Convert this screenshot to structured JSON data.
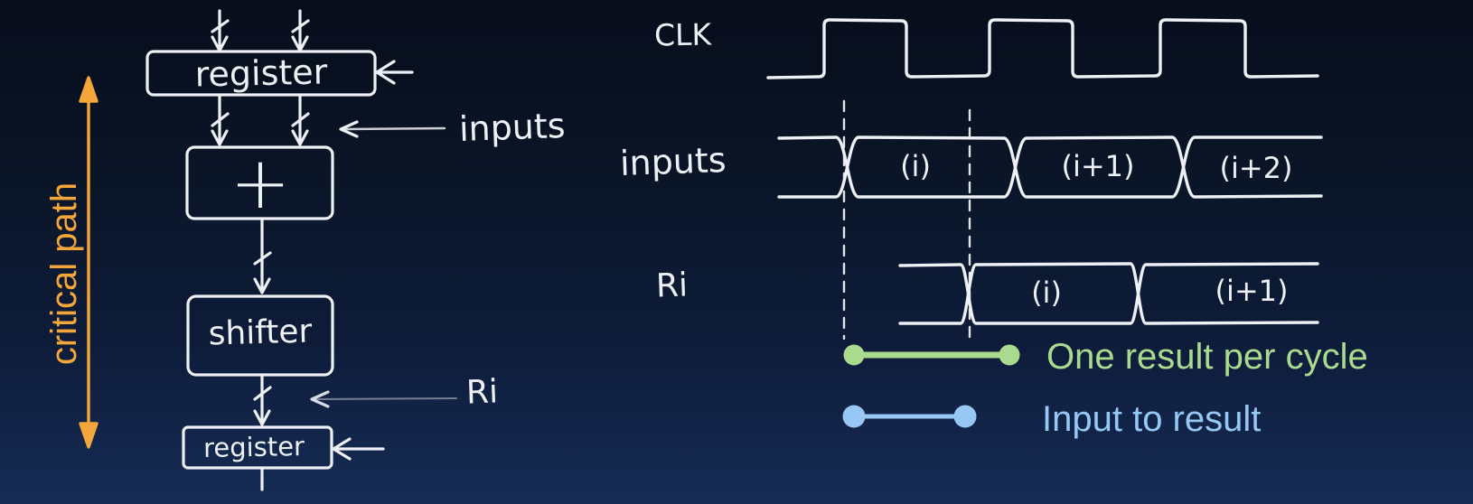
{
  "slide": {
    "type": "hand-drawn datapath and timing diagram",
    "colors": {
      "background_top": "#070d1b",
      "background_bottom": "#162c55",
      "ink": "#edf0f4",
      "accent_orange": "#f3a73a",
      "accent_green": "#a9da8d",
      "accent_blue": "#97c7f4"
    }
  },
  "circuit": {
    "critical_path": "critical path",
    "register_top": "register",
    "adder_symbol": "+",
    "shifter": "shifter",
    "register_bottom": "register",
    "inputs_arrow_label": "inputs",
    "result_arrow_label": "Ri"
  },
  "timing": {
    "clk_label": "CLK",
    "inputs_label": "inputs",
    "ri_label": "Ri",
    "inputs_windows": [
      "(i)",
      "(i+1)",
      "(i+2)"
    ],
    "ri_windows": [
      "(i)",
      "(i+1)"
    ]
  },
  "legend": {
    "items": [
      {
        "label": "One result per cycle",
        "color": "#a9da8d"
      },
      {
        "label": "Input to result",
        "color": "#97c7f4"
      }
    ]
  }
}
